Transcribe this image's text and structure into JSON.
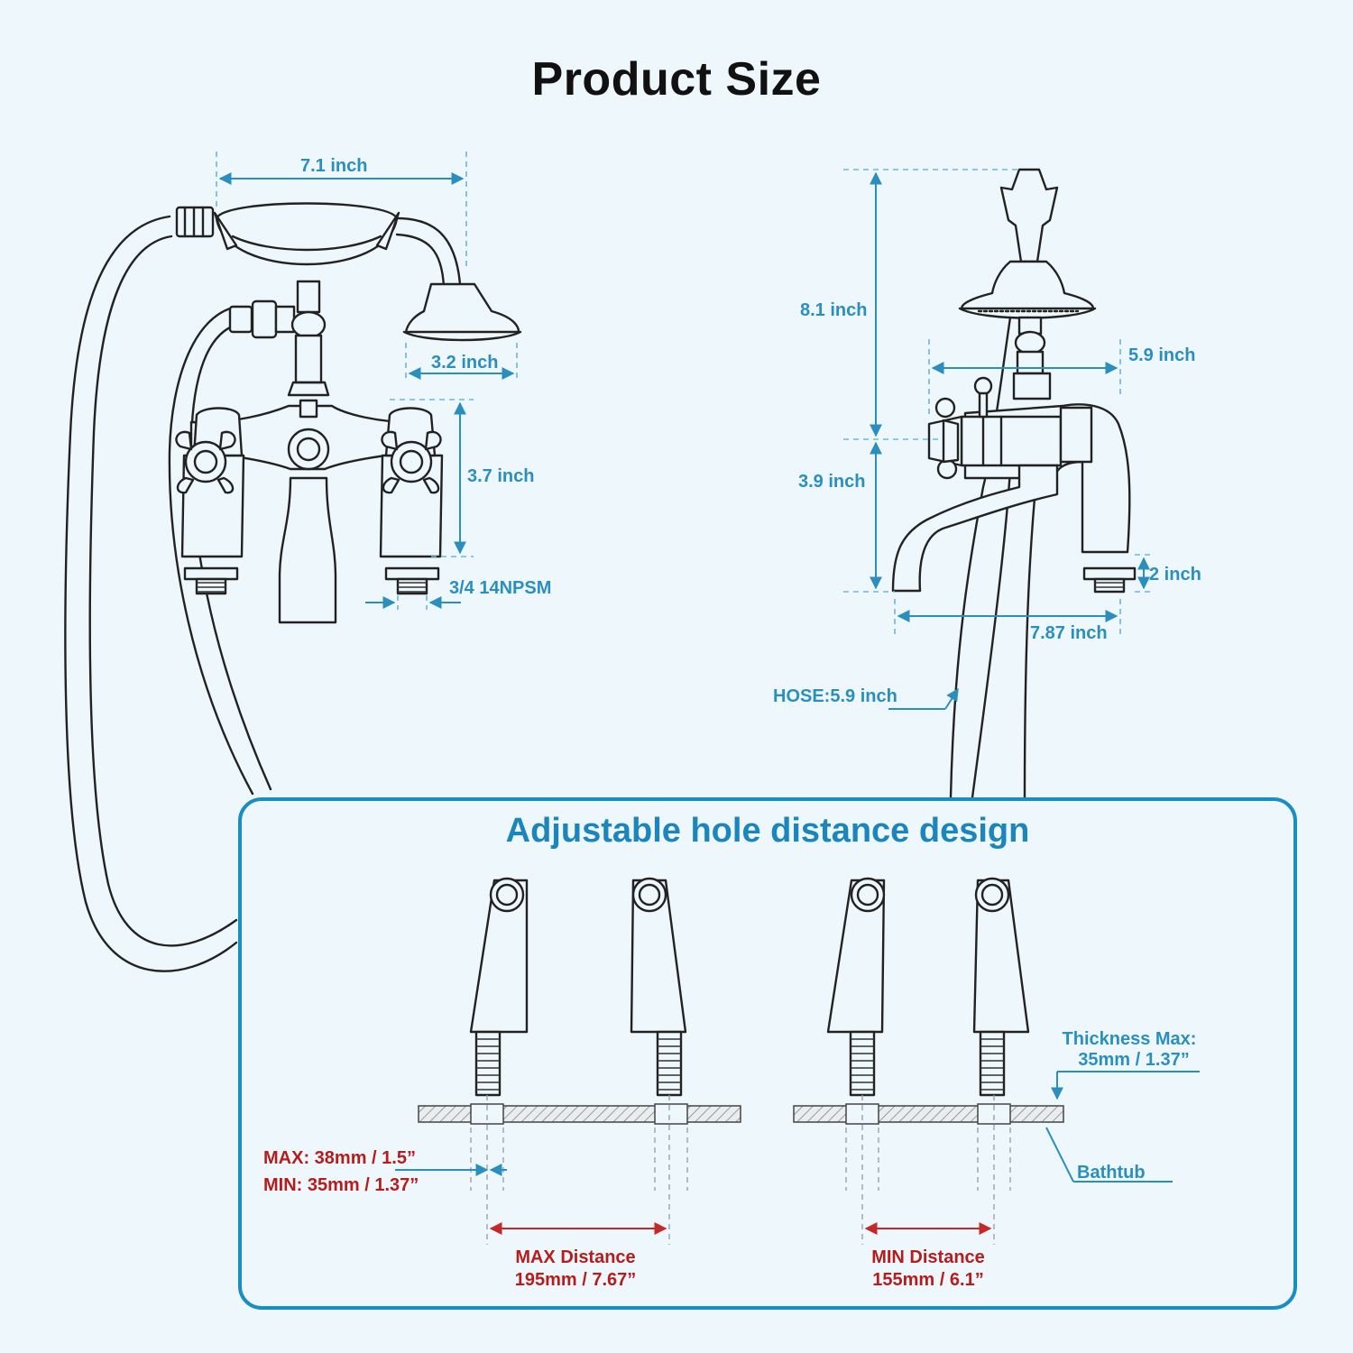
{
  "title": "Product Size",
  "front_view": {
    "width_label": "7.1 inch",
    "handshower_label": "3.2 inch",
    "leg_height_label": "3.7 inch",
    "thread_label": "3/4 14NPSM"
  },
  "side_view": {
    "height_upper_label": "8.1 inch",
    "depth_label": "5.9 inch",
    "height_lower_label": "3.9 inch",
    "shank_label": "2 inch",
    "spout_reach_label": "7.87 inch",
    "hose_label": "HOSE:5.9 inch"
  },
  "panel": {
    "title": "Adjustable hole distance design",
    "max_label": "MAX: 38mm / 1.5”",
    "min_label": "MIN: 35mm / 1.37”",
    "max_distance_title": "MAX Distance",
    "max_distance_value": "195mm / 7.67”",
    "min_distance_title": "MIN Distance",
    "min_distance_value": "155mm / 6.1”",
    "thickness_title": "Thickness Max:",
    "thickness_value": "35mm / 1.37”",
    "bathtub_label": "Bathtub"
  },
  "colors": {
    "accent_blue": "#2a8fbf",
    "panel_border": "#1a8ec2",
    "red": "#b71c1c",
    "background": "#eef7fb"
  }
}
